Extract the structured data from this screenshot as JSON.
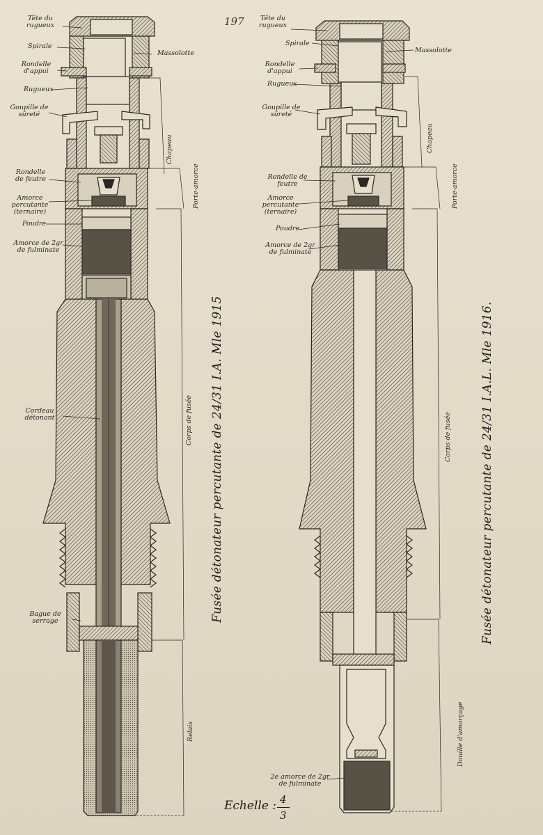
{
  "page_number": "197",
  "scale": {
    "label": "Echelle",
    "numerator": "4",
    "denominator": "3"
  },
  "left_figure": {
    "title": "Fusée détonateur percutante de 24/31 I.A. Mle 1915",
    "labels": {
      "tete_de_rugueux": "Tête du rugueux",
      "spirale": "Spirale",
      "massolotte": "Massolotte",
      "rondelle_appui": "Rondelle d'appui",
      "rugueux": "Rugueux",
      "goupille": "Goupille de sûreté",
      "rondelle_feutre": "Rondelle de feutre",
      "amorce_percutante": "Amorce percutante (ternaire)",
      "poudre": "Poudre",
      "amorce_fulminate": "Amorce de 2gr de fulminate",
      "cordeau": "Cordeau détonant",
      "bague": "Bague de serrage",
      "chapeau": "Chapeau",
      "porte_amorce": "Porte-amorce",
      "corps": "Corps de fusée",
      "relais": "Relais"
    }
  },
  "right_figure": {
    "title": "Fusée détonateur percutante de 24/31 I.A.L. Mle 1916.",
    "labels": {
      "tete_de_rugueux": "Tête du rugueux",
      "spirale": "Spirale",
      "massolotte": "Massolotte",
      "rondelle_appui": "Rondelle d'appui",
      "rugueux": "Rugueux",
      "goupille": "Goupille de sûreté",
      "rondelle_feutre": "Rondelle de feutre",
      "amorce_percutante": "Amorce percutante (ternaire)",
      "poudre": "Poudre",
      "amorce_fulminate": "Amorce de 2gr de fulminate",
      "second_amorce": "2e amorce de 2gr de fulminate",
      "chapeau": "Chapeau",
      "porte_amorce": "Porte-amorce",
      "corps": "Corps de fusée",
      "douille": "Douille d'amorçage"
    }
  },
  "colors": {
    "paper": "#e6dfcd",
    "ink": "#2a2620",
    "hatch": "#4a443a"
  }
}
